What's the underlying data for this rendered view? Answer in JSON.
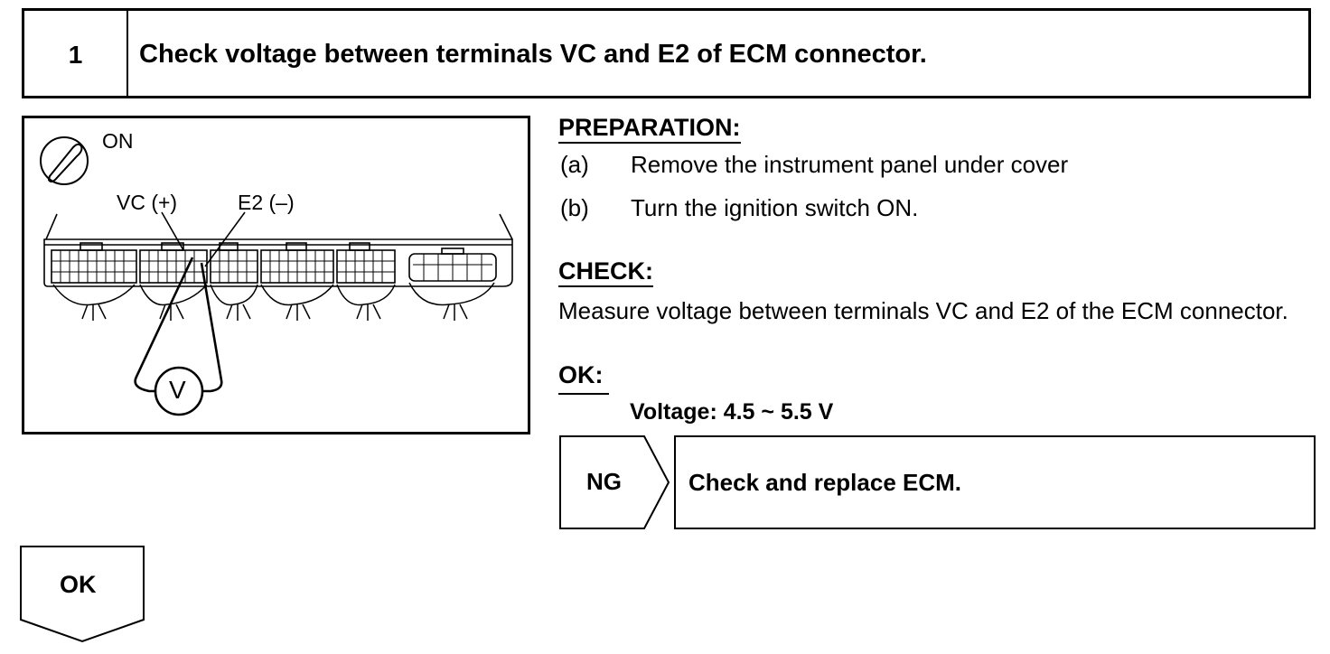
{
  "step": {
    "number": "1",
    "title": "Check voltage between terminals VC and E2 of ECM connector."
  },
  "illustration": {
    "ignition_label": "ON",
    "vc_label": "VC (+)",
    "e2_label": "E2 (–)",
    "meter_label": "V"
  },
  "preparation": {
    "heading": "PREPARATION:",
    "items": [
      {
        "label": "(a)",
        "text": "Remove the instrument panel under cover"
      },
      {
        "label": "(b)",
        "text": "Turn the ignition switch ON."
      }
    ]
  },
  "check": {
    "heading": "CHECK:",
    "text": "Measure voltage between terminals VC and E2 of the ECM connector."
  },
  "ok": {
    "heading": "OK:",
    "spec": "Voltage: 4.5 ~ 5.5 V"
  },
  "ng_flow": {
    "label": "NG",
    "action": "Check and replace ECM."
  },
  "ok_flow": {
    "label": "OK"
  }
}
